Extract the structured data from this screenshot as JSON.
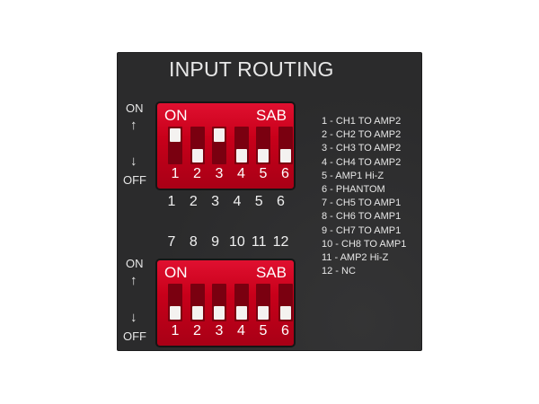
{
  "title": "INPUT ROUTING",
  "on_label": "ON",
  "off_label": "OFF",
  "up_arrow": "↑",
  "down_arrow": "↓",
  "switch_top": {
    "on_label": "ON",
    "brand_label": "SAB",
    "numbers": [
      "1",
      "2",
      "3",
      "4",
      "5",
      "6"
    ],
    "positions": [
      "up",
      "down",
      "up",
      "down",
      "down",
      "down"
    ]
  },
  "switch_bottom": {
    "on_label": "ON",
    "brand_label": "SAB",
    "numbers": [
      "1",
      "2",
      "3",
      "4",
      "5",
      "6"
    ],
    "positions": [
      "down",
      "down",
      "down",
      "down",
      "down",
      "down"
    ]
  },
  "channel_numbers_top": [
    "1",
    "2",
    "3",
    "4",
    "5",
    "6"
  ],
  "channel_numbers_bottom": [
    "7",
    "8",
    "9",
    "10",
    "11",
    "12"
  ],
  "legend": [
    "1 - CH1 TO AMP2",
    "2 - CH2 TO AMP2",
    "3 - CH3 TO AMP2",
    "4 - CH4 TO AMP2",
    "5 - AMP1 Hi-Z",
    "6 - PHANTOM",
    "7 - CH5 TO AMP1",
    "8 - CH6 TO AMP1",
    "9 - CH7 TO AMP1",
    "10 - CH8 TO AMP1",
    "11 - AMP2 Hi-Z",
    "12 - NC"
  ],
  "colors": {
    "panel": "#2b2b2c",
    "switch_body": "#c8001a",
    "lever": "#f4f2f0",
    "text": "#e6e6e6"
  }
}
